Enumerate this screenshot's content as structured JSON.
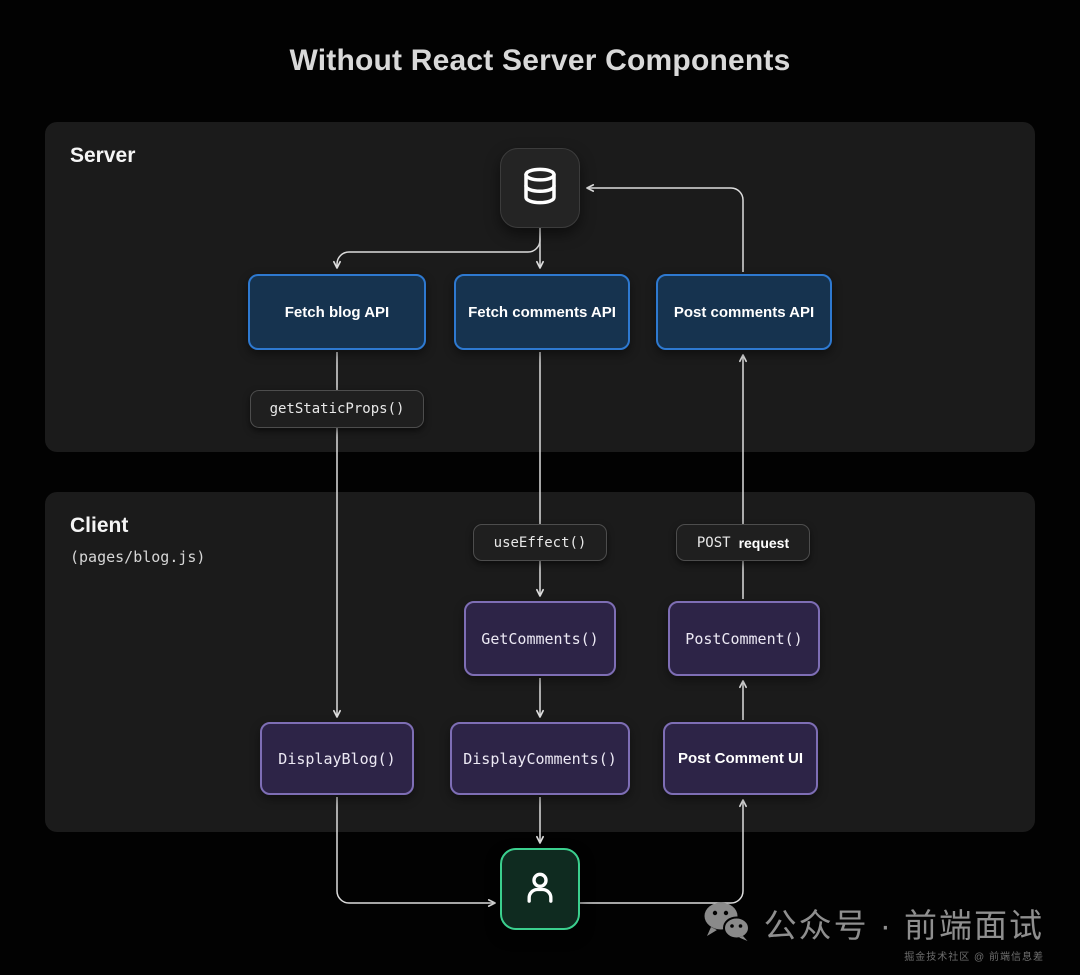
{
  "title": "Without React Server Components",
  "server": {
    "label": "Server"
  },
  "client": {
    "label": "Client",
    "sublabel": "(pages/blog.js)"
  },
  "nodes": {
    "fetch_blog": "Fetch blog API",
    "fetch_comments": "Fetch comments API",
    "post_comments": "Post comments API",
    "get_static_props": "getStaticProps()",
    "use_effect": "useEffect()",
    "post_request_verb": "POST",
    "post_request_word": "request",
    "get_comments": "GetComments()",
    "post_comment_fn": "PostComment()",
    "display_blog": "DisplayBlog()",
    "display_comments": "DisplayComments()",
    "post_comment_ui": "Post Comment UI"
  },
  "icons": {
    "database": "database-icon",
    "user": "user-icon",
    "wechat": "wechat-icon"
  },
  "watermark": {
    "label": "公众号 · 前端面试",
    "caption": "掘金技术社区 @ 前端信息差"
  },
  "colors": {
    "background": "#020202",
    "panel": "#1b1b1b",
    "accent_blue_border": "#2e79d0",
    "accent_blue_fill": "#16334f",
    "accent_purple_border": "#7e6eb5",
    "accent_purple_fill": "#2d2447",
    "accent_green_border": "#3bcf8e",
    "accent_green_fill": "#0f2b20",
    "edge_line": "#dcdcdc"
  }
}
